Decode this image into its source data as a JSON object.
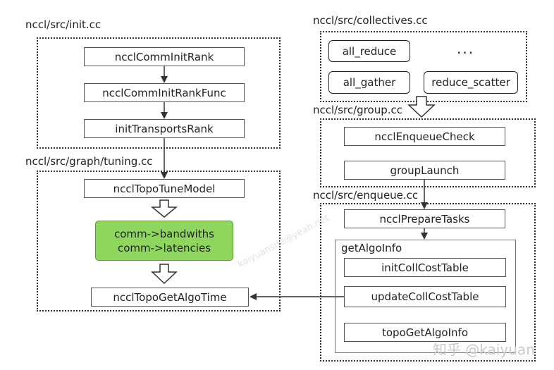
{
  "groups": {
    "init": {
      "label": "nccl/src/init.cc",
      "boxes": [
        "ncclCommInitRank",
        "ncclCommInitRankFunc",
        "initTransportsRank"
      ]
    },
    "collectives": {
      "label": "nccl/src/collectives.cc",
      "boxes": [
        "all_reduce",
        "...",
        "all_gather",
        "reduce_scatter"
      ]
    },
    "group": {
      "label": "nccl/src/group.cc",
      "boxes": [
        "ncclEnqueueCheck",
        "groupLaunch"
      ]
    },
    "tuning": {
      "label": "nccl/src/graph/tuning.cc",
      "boxes": [
        "ncclTopoTuneModel",
        "comm->bandwiths",
        "comm->latencies",
        "ncclTopoGetAlgoTime"
      ]
    },
    "enqueue": {
      "label": "nccl/src/enqueue.cc",
      "boxes": [
        "ncclPrepareTasks"
      ]
    },
    "getAlgoInfo": {
      "label": "getAlgoInfo",
      "boxes": [
        "initCollCostTable",
        "updateCollCostTable",
        "topoGetAlgoInfo"
      ]
    }
  },
  "watermark": {
    "diagonal": "kaiyuansde@yeah.net",
    "corner": "知乎 @kaiyuan"
  },
  "colors": {
    "highlight": "#8fd65f",
    "border": "#333333"
  }
}
